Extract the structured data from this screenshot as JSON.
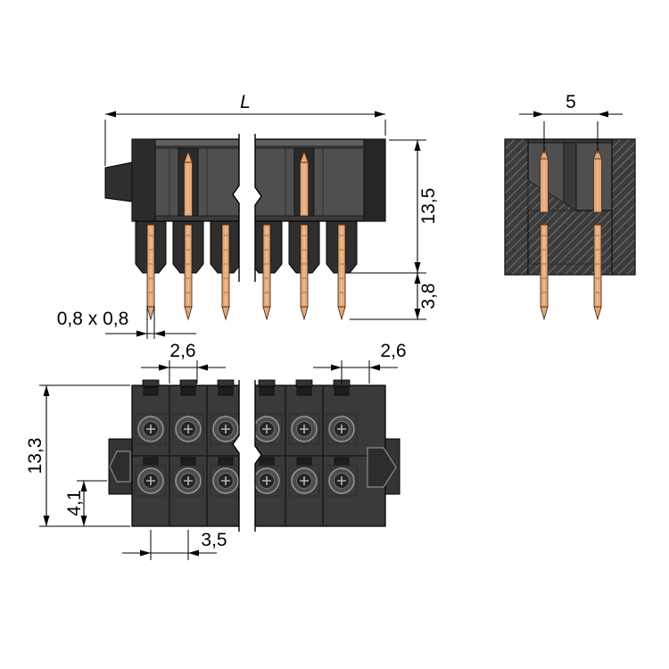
{
  "title": "connector-dimensional-drawing",
  "colors": {
    "bg": "#ffffff",
    "body": "#3a3a3a",
    "body_dark": "#2a2a2a",
    "body_light": "#4f4f4f",
    "pin": "#e3a97c",
    "pin_edge": "#4e2e14",
    "line": "#000000"
  },
  "views": {
    "front": {
      "dim_length": "L",
      "dim_height": "13,5",
      "dim_pin_protrusion": "3,8",
      "dim_pin_section": "0,8 x 0,8"
    },
    "side": {
      "dim_spacing": "5"
    },
    "bottom": {
      "dim_offset_left": "2,6",
      "dim_offset_right": "2,6",
      "dim_height": "13,3",
      "dim_row_offset": "4,1",
      "dim_pitch": "3,5"
    }
  }
}
